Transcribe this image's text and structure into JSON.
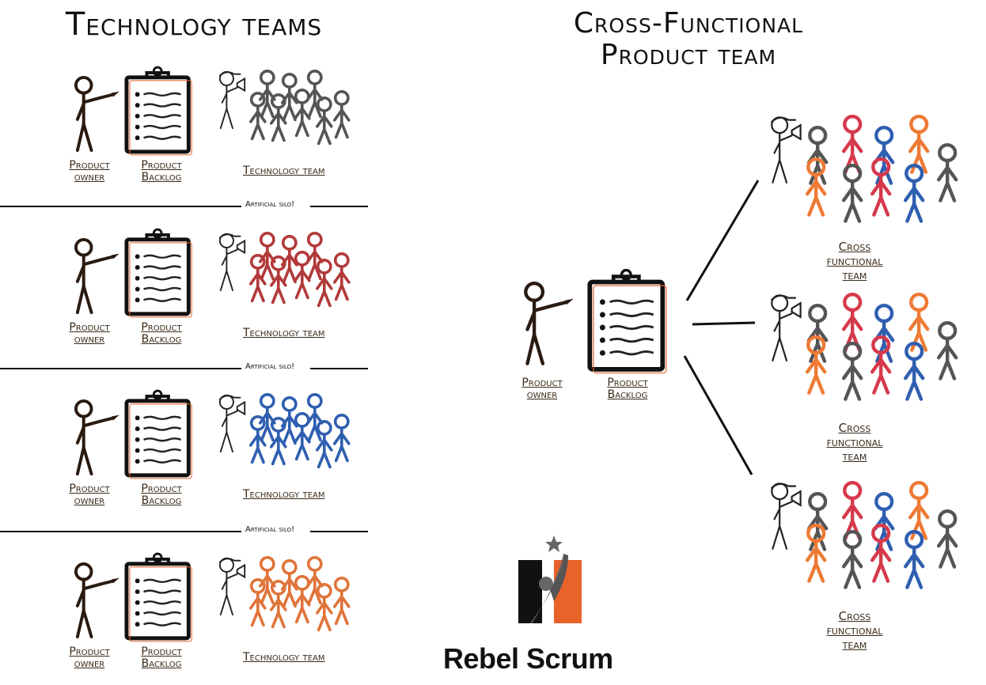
{
  "left": {
    "title": "Technology teams",
    "rows": [
      {
        "po_line1": "Product",
        "po_line2": "owner",
        "pb_line1": "Product",
        "pb_line2": "Backlog",
        "team": "Technology team",
        "color": "#555555"
      },
      {
        "po_line1": "Product",
        "po_line2": "owner",
        "pb_line1": "Product",
        "pb_line2": "Backlog",
        "team": "Technology team",
        "color": "#b23a3a"
      },
      {
        "po_line1": "Product",
        "po_line2": "owner",
        "pb_line1": "Product",
        "pb_line2": "Backlog",
        "team": "Technology team",
        "color": "#2f5fb0"
      },
      {
        "po_line1": "Product",
        "po_line2": "owner",
        "pb_line1": "Product",
        "pb_line2": "Backlog",
        "team": "Technology team",
        "color": "#e0743a"
      }
    ],
    "silo_label": "Artificial silo!"
  },
  "right": {
    "title_line1": "Cross-Functional",
    "title_line2": "Product team",
    "po_line1": "Product",
    "po_line2": "owner",
    "pb_line1": "Product",
    "pb_line2": "Backlog",
    "teams": [
      {
        "line1": "Cross",
        "line2": "functional",
        "line3": "team"
      },
      {
        "line1": "Cross",
        "line2": "functional",
        "line3": "team"
      },
      {
        "line1": "Cross",
        "line2": "functional",
        "line3": "team"
      }
    ],
    "team_colors": [
      "#555555",
      "#d6394b",
      "#2f5fb0",
      "#ee7a35"
    ]
  },
  "brand": {
    "name": "Rebel Scrum",
    "colors": {
      "dark": "#111111",
      "orange": "#e8622a",
      "gray": "#666666"
    }
  }
}
